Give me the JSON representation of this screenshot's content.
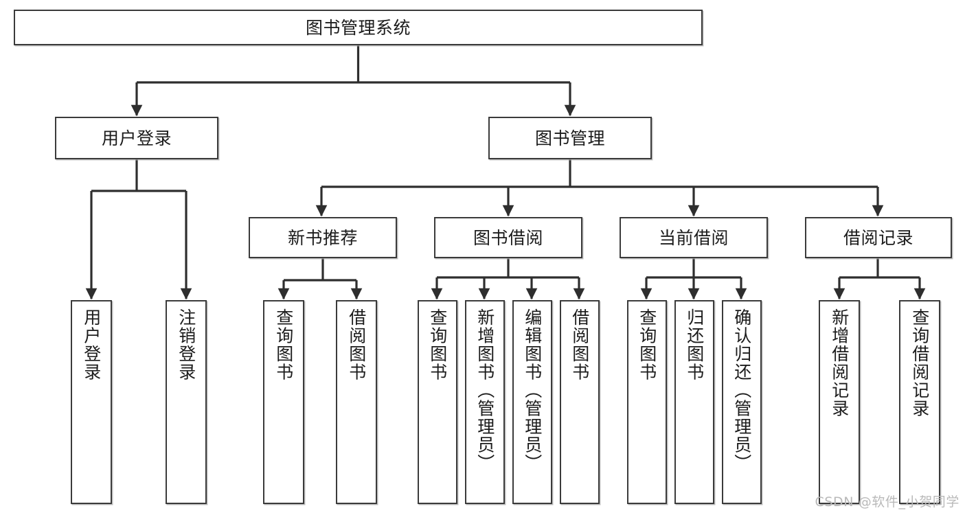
{
  "diagram": {
    "type": "tree-hierarchy-flowchart",
    "title": "图书管理系统",
    "watermark": "CSDN @软件_小贺同学",
    "colors": {
      "box_border": "#3a3a3a",
      "box_fill": "#ffffff",
      "connector": "#2e2e2e",
      "text": "#1b1b1b",
      "watermark": "#b9b9b9",
      "background": "#ffffff"
    },
    "nodes": {
      "root": {
        "label": "图书管理系统",
        "level": 0,
        "orientation": "horizontal"
      },
      "user_login": {
        "label": "用户登录",
        "level": 1,
        "orientation": "horizontal"
      },
      "book_manage": {
        "label": "图书管理",
        "level": 1,
        "orientation": "horizontal"
      },
      "new_book_rec": {
        "label": "新书推荐",
        "level": 2,
        "orientation": "horizontal"
      },
      "book_borrow": {
        "label": "图书借阅",
        "level": 2,
        "orientation": "horizontal"
      },
      "current_borrow": {
        "label": "当前借阅",
        "level": 2,
        "orientation": "horizontal"
      },
      "borrow_record": {
        "label": "借阅记录",
        "level": 2,
        "orientation": "horizontal"
      },
      "leaf_user_login": {
        "label": "用户登录",
        "level": 3,
        "orientation": "vertical"
      },
      "leaf_logout": {
        "label": "注销登录",
        "level": 3,
        "orientation": "vertical"
      },
      "leaf_query_book_1": {
        "label": "查询图书",
        "level": 3,
        "orientation": "vertical"
      },
      "leaf_borrow_book_1": {
        "label": "借阅图书",
        "level": 3,
        "orientation": "vertical"
      },
      "leaf_query_book_2": {
        "label": "查询图书",
        "level": 3,
        "orientation": "vertical"
      },
      "leaf_add_book": {
        "label": "新增图书（管理员）",
        "level": 3,
        "orientation": "vertical"
      },
      "leaf_edit_book": {
        "label": "编辑图书（管理员）",
        "level": 3,
        "orientation": "vertical"
      },
      "leaf_borrow_book_2": {
        "label": "借阅图书",
        "level": 3,
        "orientation": "vertical"
      },
      "leaf_query_book_3": {
        "label": "查询图书",
        "level": 3,
        "orientation": "vertical"
      },
      "leaf_return_book": {
        "label": "归还图书",
        "level": 3,
        "orientation": "vertical"
      },
      "leaf_confirm_return": {
        "label": "确认归还（管理员）",
        "level": 3,
        "orientation": "vertical"
      },
      "leaf_add_record": {
        "label": "新增借阅记录",
        "level": 3,
        "orientation": "vertical"
      },
      "leaf_query_record": {
        "label": "查询借阅记录",
        "level": 3,
        "orientation": "vertical"
      }
    },
    "edges": [
      {
        "from": "root",
        "to": "user_login"
      },
      {
        "from": "root",
        "to": "book_manage"
      },
      {
        "from": "user_login",
        "to": "leaf_user_login"
      },
      {
        "from": "user_login",
        "to": "leaf_logout"
      },
      {
        "from": "book_manage",
        "to": "new_book_rec"
      },
      {
        "from": "book_manage",
        "to": "book_borrow"
      },
      {
        "from": "book_manage",
        "to": "current_borrow"
      },
      {
        "from": "book_manage",
        "to": "borrow_record"
      },
      {
        "from": "new_book_rec",
        "to": "leaf_query_book_1"
      },
      {
        "from": "new_book_rec",
        "to": "leaf_borrow_book_1"
      },
      {
        "from": "book_borrow",
        "to": "leaf_query_book_2"
      },
      {
        "from": "book_borrow",
        "to": "leaf_add_book"
      },
      {
        "from": "book_borrow",
        "to": "leaf_edit_book"
      },
      {
        "from": "book_borrow",
        "to": "leaf_borrow_book_2"
      },
      {
        "from": "current_borrow",
        "to": "leaf_query_book_3"
      },
      {
        "from": "current_borrow",
        "to": "leaf_return_book"
      },
      {
        "from": "current_borrow",
        "to": "leaf_confirm_return"
      },
      {
        "from": "borrow_record",
        "to": "leaf_add_record"
      },
      {
        "from": "borrow_record",
        "to": "leaf_query_record"
      }
    ]
  }
}
